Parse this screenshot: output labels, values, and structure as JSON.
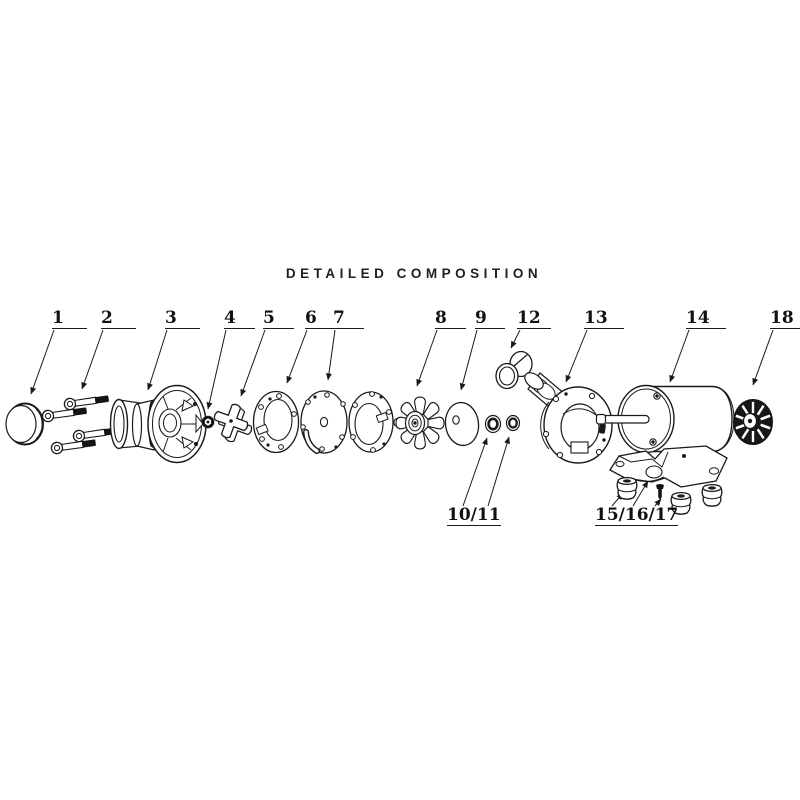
{
  "title": "DETAILED COMPOSITION",
  "callouts": {
    "top": [
      {
        "text": "1"
      },
      {
        "text": "2"
      },
      {
        "text": "3"
      },
      {
        "text": "4"
      },
      {
        "text": "5"
      },
      {
        "text": "6"
      },
      {
        "text": "7"
      },
      {
        "text": "8"
      },
      {
        "text": "9"
      },
      {
        "text": "12"
      },
      {
        "text": "13"
      },
      {
        "text": "14"
      },
      {
        "text": "18"
      }
    ],
    "bottom_left": {
      "text": "10/11"
    },
    "bottom_right": {
      "text": "15/16/17"
    }
  },
  "colors": {
    "ink": "#1a1a1a",
    "background": "#ffffff"
  }
}
